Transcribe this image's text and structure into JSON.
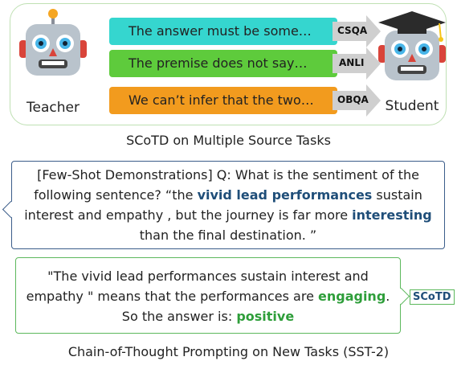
{
  "colors": {
    "panel_border": "#bfe0b3",
    "bubble_cyan": "#35d6cf",
    "bubble_green": "#5ecb3c",
    "bubble_orange": "#f29b1e",
    "highlight_blue": "#1f4e79",
    "highlight_green": "#2e9e3a"
  },
  "top": {
    "teacher_label": "Teacher",
    "student_label": "Student",
    "teacher_icon": "robot-icon",
    "student_icon": "robot-graduate-icon",
    "bubbles": [
      {
        "text": "The answer must be some…",
        "task": "CSQA"
      },
      {
        "text": "The premise does not say…",
        "task": "ANLI"
      },
      {
        "text": "We can’t infer that the two…",
        "task": "OBQA"
      }
    ],
    "caption": "SCoTD on Multiple Source Tasks"
  },
  "demo": {
    "part1": "[Few-Shot Demonstrations] Q: What is the sentiment of the following sentence? “the ",
    "highlight1": "vivid lead performances",
    "part2": " sustain interest and empathy , but the journey is far more ",
    "highlight2": "interesting",
    "part3": " than the final destination. ”"
  },
  "output": {
    "part1": "\"The vivid lead performances sustain interest and empathy \" means that the performances are ",
    "highlight1": "engaging",
    "part2": ". So the answer is: ",
    "highlight2": "positive"
  },
  "scotd_tag": "SCoTD",
  "bottom_caption": "Chain-of-Thought Prompting on New Tasks (SST-2)"
}
